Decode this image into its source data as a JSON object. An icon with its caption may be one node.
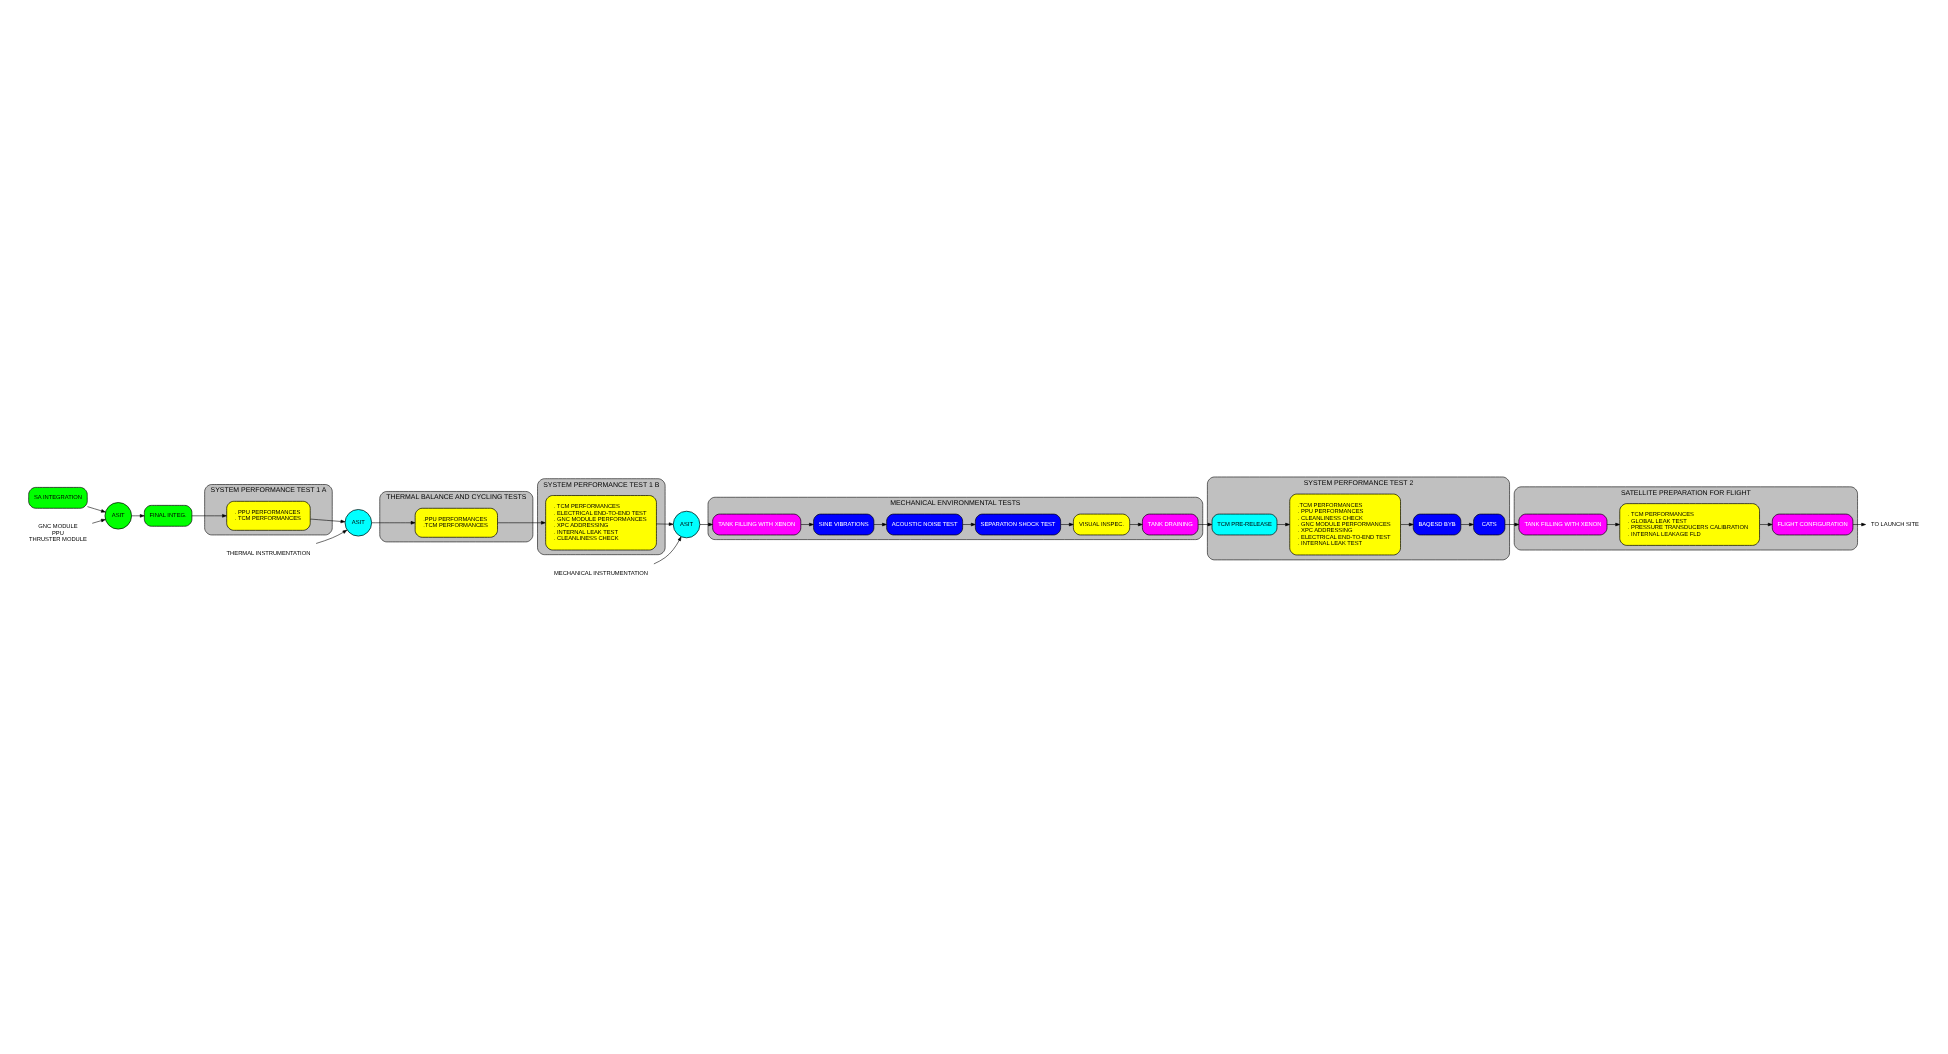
{
  "diagram": {
    "nodes": [
      {
        "text": [
          "SA INTEGRATION"
        ]
      },
      {
        "text": [
          "GNC MODULE",
          "PPU",
          "THRUSTER MODULE"
        ]
      },
      {
        "text": [
          "ASIT"
        ]
      },
      {
        "text": [
          "FINAL INTEG."
        ]
      },
      {
        "text": [
          "SYSTEM PERFORMANCE TEST 1 A"
        ]
      },
      {
        "text": [
          ". PPU PERFORMANCES",
          ". TCM PERFORMANCES"
        ],
        "in": 4
      },
      {
        "text": [
          "THERMAL INSTRUMENTATION"
        ]
      },
      {
        "text": [
          "ASIT"
        ]
      },
      {
        "text": [
          "THERMAL BALANCE AND CYCLING TESTS"
        ]
      },
      {
        "text": [
          ".PPU PERFORMANCES",
          ".TCM PERFORMANCES"
        ],
        "in": 8
      },
      {
        "text": [
          "SYSTEM PERFORMANCE TEST 1 B"
        ]
      },
      {
        "text": [
          ". TCM PERFORMANCES",
          ". ELECTRICAL END-TO-END TEST",
          ". GNC MODULE PERFORMANCES",
          ". XPC ADDRESSING",
          ". INTERNAL LEAK TEST",
          ". CLEANLINESS CHECK"
        ],
        "in": 10
      },
      {
        "text": [
          "MECHANICAL INSTRUMENTATION"
        ]
      },
      {
        "text": [
          "ASIT"
        ]
      },
      {
        "text": [
          "MECHANICAL ENVIRONMENTAL TESTS"
        ]
      },
      {
        "text": [
          "TANK FILLING WITH XENON"
        ],
        "in": 14
      },
      {
        "text": [
          "SINE VIBRATIONS"
        ],
        "in": 14
      },
      {
        "text": [
          "ACOUSTIC NOISE TEST"
        ],
        "in": 14
      },
      {
        "text": [
          "SEPARATION SHOCK TEST"
        ],
        "in": 14
      },
      {
        "text": [
          "VISUAL INSPEC."
        ],
        "in": 14
      },
      {
        "text": [
          "TANK DRAINING"
        ],
        "in": 14
      },
      {
        "text": [
          "SYSTEM PERFORMANCE TEST 2"
        ]
      },
      {
        "text": [
          "TCM PRE-RELEASE"
        ],
        "in": 21
      },
      {
        "text": [
          ".TCM PERFORMANCES",
          ". PPU PERFORMANCES",
          ". CLEANLINESS CHECK",
          ". GNC MODULE PERFORMANCES",
          ". XPC ADDRESSING",
          ". ELECTRICAL END-TO-END TEST",
          ". INTERNAL LEAK TEST"
        ],
        "in": 21
      },
      {
        "text": [
          "BAQESD BYB"
        ],
        "in": 21
      },
      {
        "text": [
          "CATS"
        ],
        "in": 21
      },
      {
        "text": [
          "SATELLITE PREPARATION FOR FLIGHT"
        ]
      },
      {
        "text": [
          "TANK FILLING WITH XENON"
        ],
        "in": 26
      },
      {
        "text": [
          ". TCM PERFORMANCES",
          ". GLOBAL LEAK TEST",
          ". PRESSURE TRANSDUCERS CALIBRATION",
          ". INTERNAL LEAKAGE FLD"
        ],
        "in": 26
      },
      {
        "text": [
          "FLIGHT CONFIGURATION"
        ],
        "in": 26
      },
      {
        "text": [
          "TO LAUNCH SITE"
        ]
      }
    ],
    "edges": [
      {
        "from": 0,
        "to": 2,
        "arrow": "to"
      },
      {
        "from": 1,
        "to": 2,
        "arrow": "to"
      },
      {
        "from": 2,
        "to": 3,
        "arrow": "to"
      },
      {
        "from": 3,
        "to": 5,
        "arrow": "to"
      },
      {
        "from": 5,
        "to": 7,
        "arrow": "to"
      },
      {
        "from": 6,
        "to": 7,
        "arrow": "to"
      },
      {
        "from": 7,
        "to": 9,
        "arrow": "to"
      },
      {
        "from": 9,
        "to": 11,
        "arrow": "to"
      },
      {
        "from": 11,
        "to": 13,
        "arrow": "to"
      },
      {
        "from": 12,
        "to": 13,
        "arrow": "to"
      },
      {
        "from": 13,
        "to": 15,
        "arrow": "to"
      },
      {
        "from": 15,
        "to": 16,
        "arrow": "to"
      },
      {
        "from": 16,
        "to": 17,
        "arrow": "to"
      },
      {
        "from": 17,
        "to": 18,
        "arrow": "to"
      },
      {
        "from": 18,
        "to": 19,
        "arrow": "to"
      },
      {
        "from": 19,
        "to": 20,
        "arrow": "to"
      },
      {
        "from": 20,
        "to": 22,
        "arrow": "to"
      },
      {
        "from": 22,
        "to": 23,
        "arrow": "to"
      },
      {
        "from": 23,
        "to": 24,
        "arrow": "to"
      },
      {
        "from": 24,
        "to": 25,
        "arrow": "to"
      },
      {
        "from": 25,
        "to": 27,
        "arrow": "to"
      },
      {
        "from": 27,
        "to": 28,
        "arrow": "to"
      },
      {
        "from": 28,
        "to": 29,
        "arrow": "to"
      },
      {
        "from": 29,
        "to": 30,
        "arrow": "to"
      }
    ]
  }
}
